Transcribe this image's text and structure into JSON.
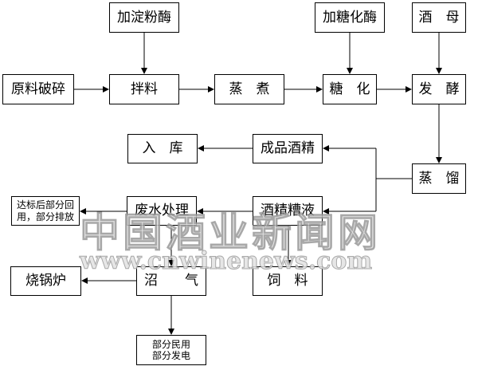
{
  "boxes": {
    "amylase": "加淀粉酶",
    "glucoamylase": "加糖化酶",
    "yeast": "酒　母",
    "crushing": "原料破碎",
    "mixing": "拌料",
    "cooking": "蒸　煮",
    "saccharification": "糖　化",
    "fermentation": "发　酵",
    "storage": "入　库",
    "finished_alcohol": "成品酒精",
    "distillation": "蒸　馏",
    "reuse_discharge": "达标后部分回用，部分排放",
    "wastewater": "废水处理",
    "stillage": "酒精糟液",
    "boiler": "烧锅炉",
    "biogas": "沼　　气",
    "feed": "饲　料",
    "civil_power": "部分民用 部分发电"
  },
  "watermark": {
    "cn": "中国酒业新闻网",
    "url": "www.cnwinenews.com"
  }
}
